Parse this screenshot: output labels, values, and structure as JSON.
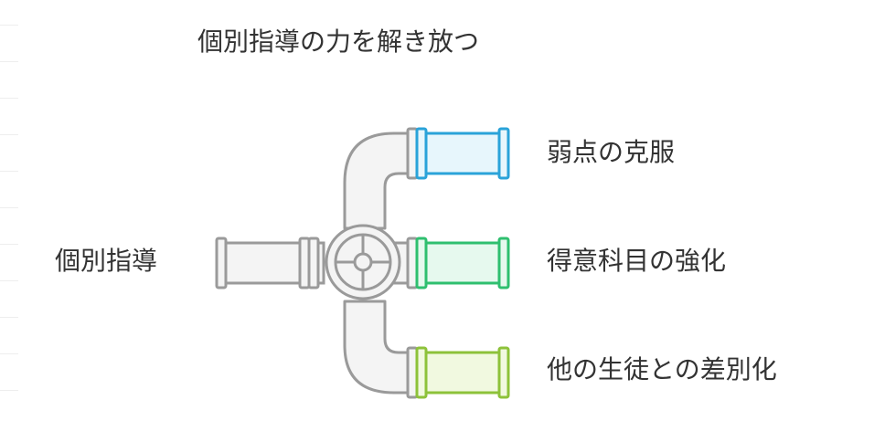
{
  "title": "個別指導の力を解き放つ",
  "source": {
    "label": "個別指導"
  },
  "outputs": [
    {
      "label": "弱点の克服",
      "color": "#2aa3d9",
      "fill": "#e7f6fc"
    },
    {
      "label": "得意科目の強化",
      "color": "#2fbf6f",
      "fill": "#e6f9ee"
    },
    {
      "label": "他の生徒との差別化",
      "color": "#8dc23a",
      "fill": "#f1f9e0"
    }
  ],
  "pipe": {
    "stroke": "#9a9a9a",
    "fill": "#f4f4f4"
  }
}
